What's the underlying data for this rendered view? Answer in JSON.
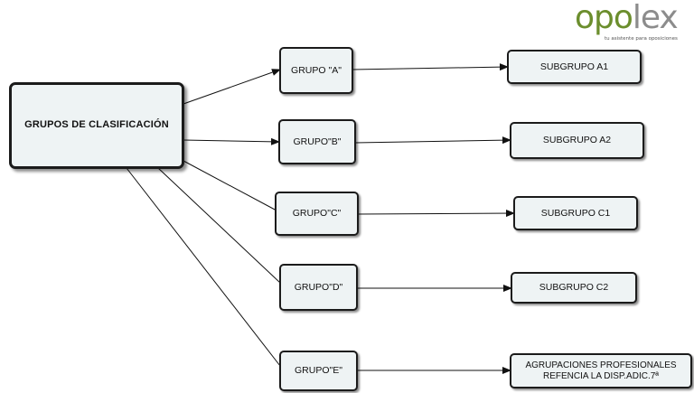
{
  "logo": {
    "part_primary": "opo",
    "part_accent": "lex",
    "primary_color": "#6b8e2d",
    "accent_color": "#8c8c8c",
    "tagline": "tu asistente para oposiciones"
  },
  "root": {
    "label": "GRUPOS DE CLASIFICACIÓN"
  },
  "groups": [
    {
      "label": "GRUPO \"A\""
    },
    {
      "label": "GRUPO\"B\""
    },
    {
      "label": "GRUPO\"C\""
    },
    {
      "label": "GRUPO\"D\""
    },
    {
      "label": "GRUPO\"E\""
    }
  ],
  "subgroups": [
    {
      "label": "SUBGRUPO A1"
    },
    {
      "label": "SUBGRUPO A2"
    },
    {
      "label": "SUBGRUPO C1"
    },
    {
      "label": "SUBGRUPO C2"
    },
    {
      "label": "AGRUPACIONES PROFESIONALES\nREFENCIA LA DISP.ADIC.7ª"
    }
  ],
  "colors": {
    "node_fill": "#eef3f4",
    "border": "#1b1b1b"
  }
}
